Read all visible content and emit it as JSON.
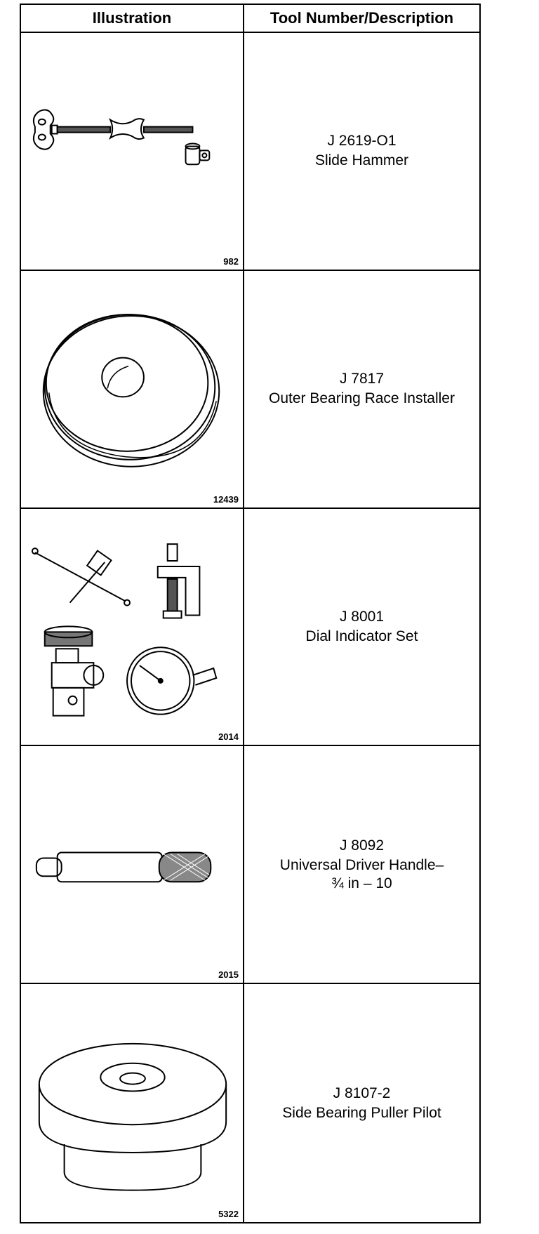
{
  "headers": {
    "illustration": "Illustration",
    "description": "Tool Number/Description"
  },
  "tools": [
    {
      "number": "J 2619-O1",
      "description": "Slide Hammer",
      "figure": "982",
      "icon": "slide-hammer-icon"
    },
    {
      "number": "J 7817",
      "description": "Outer Bearing Race Installer",
      "figure": "12439",
      "icon": "bearing-race-installer-icon"
    },
    {
      "number": "J 8001",
      "description": "Dial Indicator Set",
      "figure": "2014",
      "icon": "dial-indicator-set-icon"
    },
    {
      "number": "J 8092",
      "description": "Universal Driver Handle–",
      "description2": "¾ in – 10",
      "figure": "2015",
      "icon": "driver-handle-icon"
    },
    {
      "number": "J 8107-2",
      "description": "Side Bearing Puller Pilot",
      "figure": "5322",
      "icon": "puller-pilot-icon"
    }
  ]
}
